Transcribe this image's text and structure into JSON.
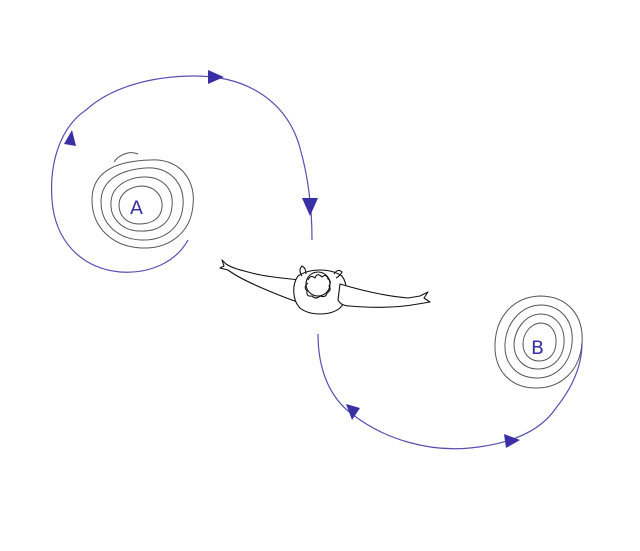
{
  "labels": {
    "a": "A",
    "b": "B"
  },
  "colors": {
    "path_stroke": "#5a4fb0",
    "arrow_fill": "#3b2fa6",
    "contour_stroke": "#555555",
    "figure_stroke": "#111111",
    "background": "#ffffff"
  },
  "icons": {
    "figure": "person-arms-outstretched-top-view",
    "arrow": "arrowhead"
  }
}
